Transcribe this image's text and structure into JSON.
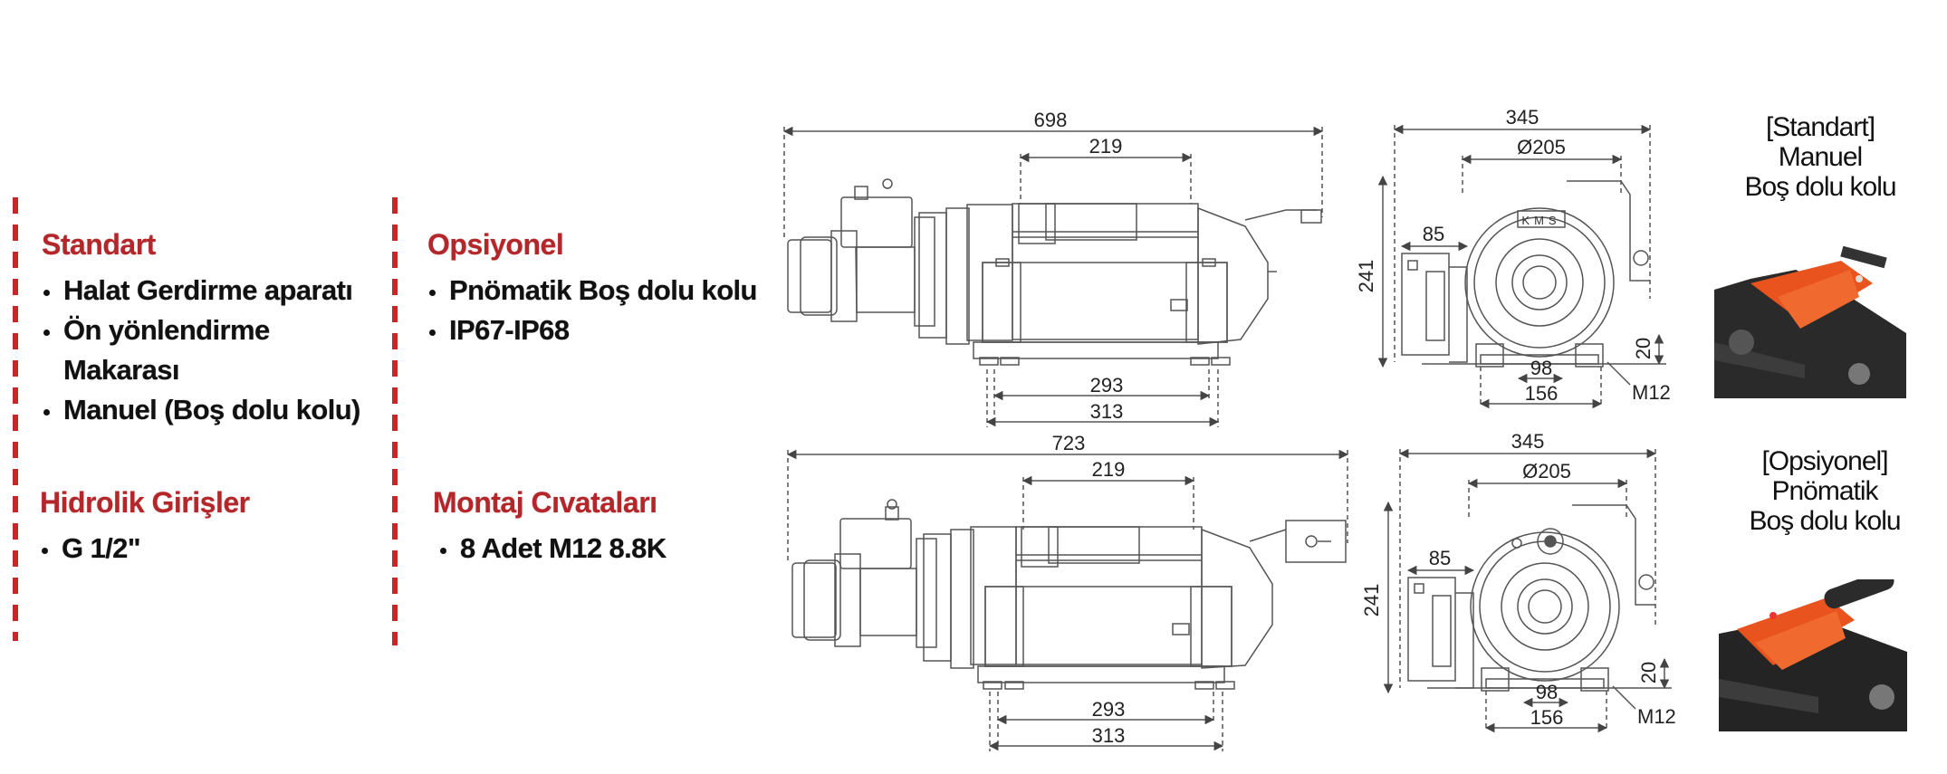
{
  "left": {
    "standart": {
      "heading": "Standart",
      "items": [
        "Halat Gerdirme aparatı",
        "Ön yönlendirme",
        "Makarası",
        "Manuel (Boş dolu kolu)"
      ]
    },
    "hidrolik": {
      "heading": "Hidrolik Girişler",
      "items": [
        "G 1/2\""
      ]
    }
  },
  "right": {
    "opsiyonel": {
      "heading": "Opsiyonel",
      "items": [
        "Pnömatik Boş dolu kolu",
        "IP67-IP68"
      ]
    },
    "montaj": {
      "heading": "Montaj Cıvataları",
      "items": [
        "8 Adet M12 8.8K"
      ]
    }
  },
  "drawings": {
    "top": {
      "overall": "698",
      "drum": "219",
      "base_inner": "293",
      "base_outer": "313",
      "width": "345",
      "diameter": "Ø205",
      "motor": "85",
      "height": "241",
      "foot": "20",
      "bolt_inner": "98",
      "bolt_outer": "156",
      "bolt": "M12",
      "logo": "KMS"
    },
    "bottom": {
      "overall": "723",
      "drum": "219",
      "base_inner": "293",
      "base_outer": "313",
      "width": "345",
      "diameter": "Ø205",
      "motor": "85",
      "height": "241",
      "foot": "20",
      "bolt_inner": "98",
      "bolt_outer": "156",
      "bolt": "M12"
    }
  },
  "captions": {
    "top": [
      "[Standart]",
      "Manuel",
      "Boş dolu kolu"
    ],
    "bottom": [
      "[Opsiyonel]",
      "Pnömatik",
      "Boş dolu kolu"
    ]
  },
  "colors": {
    "accent": "#b3262a",
    "dash": "#c62828",
    "orange": "#e8531e",
    "line": "#555555"
  }
}
